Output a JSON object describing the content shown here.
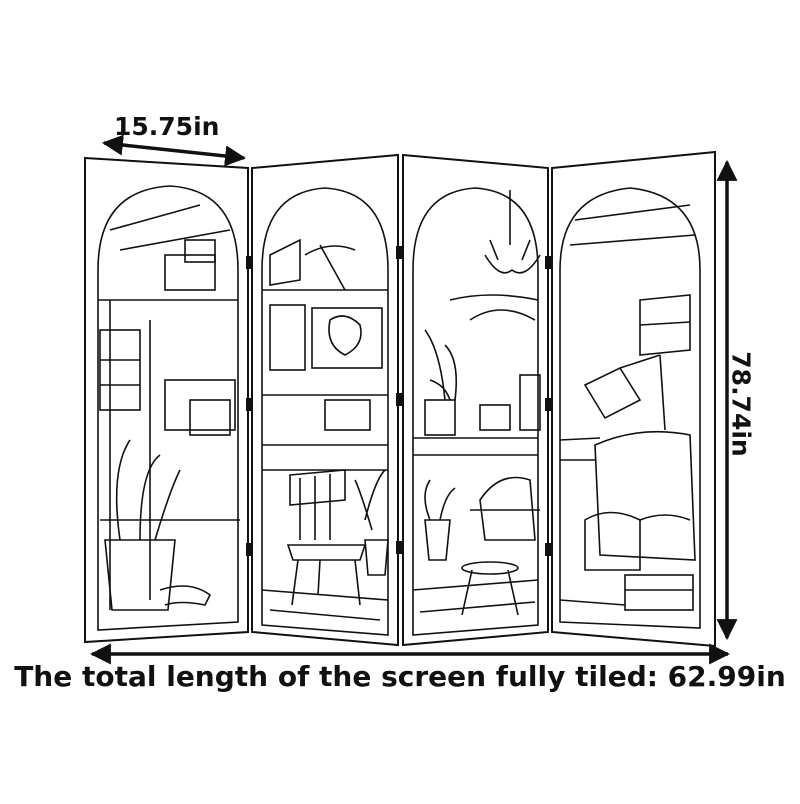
{
  "product": {
    "panel_count": 4,
    "panel_width_label": "15.75in",
    "height_label": "78.74in",
    "total_length_label": "The total length of the screen fully tiled: 62.99in"
  },
  "colors": {
    "line": "#111111",
    "background": "#ffffff",
    "hinge": "#111111"
  },
  "icons": [
    "arrow-icon",
    "hinge-icon"
  ]
}
